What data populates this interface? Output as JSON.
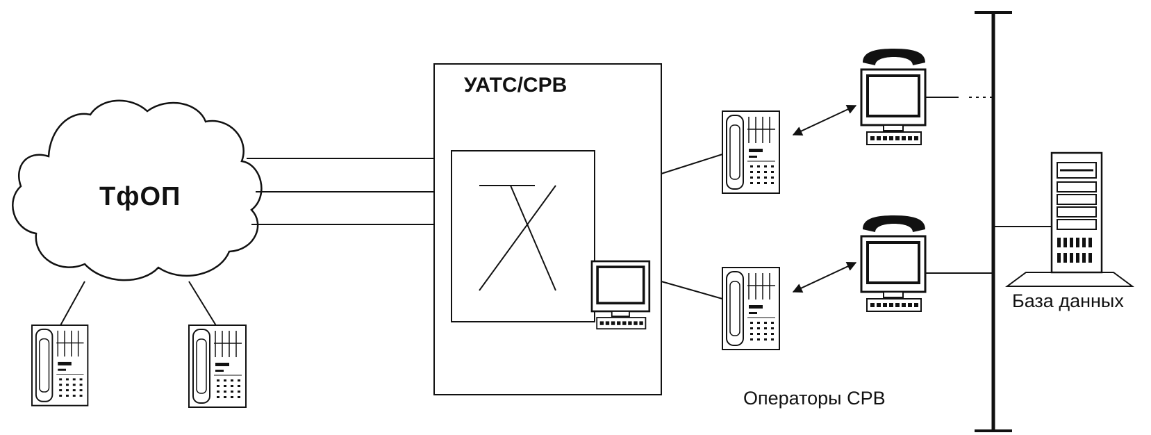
{
  "diagram": {
    "cloud_label": "ТфОП",
    "pbx_label": "УАТС/СРВ",
    "database_label": "База данных",
    "operators_label": "Операторы СРВ"
  }
}
